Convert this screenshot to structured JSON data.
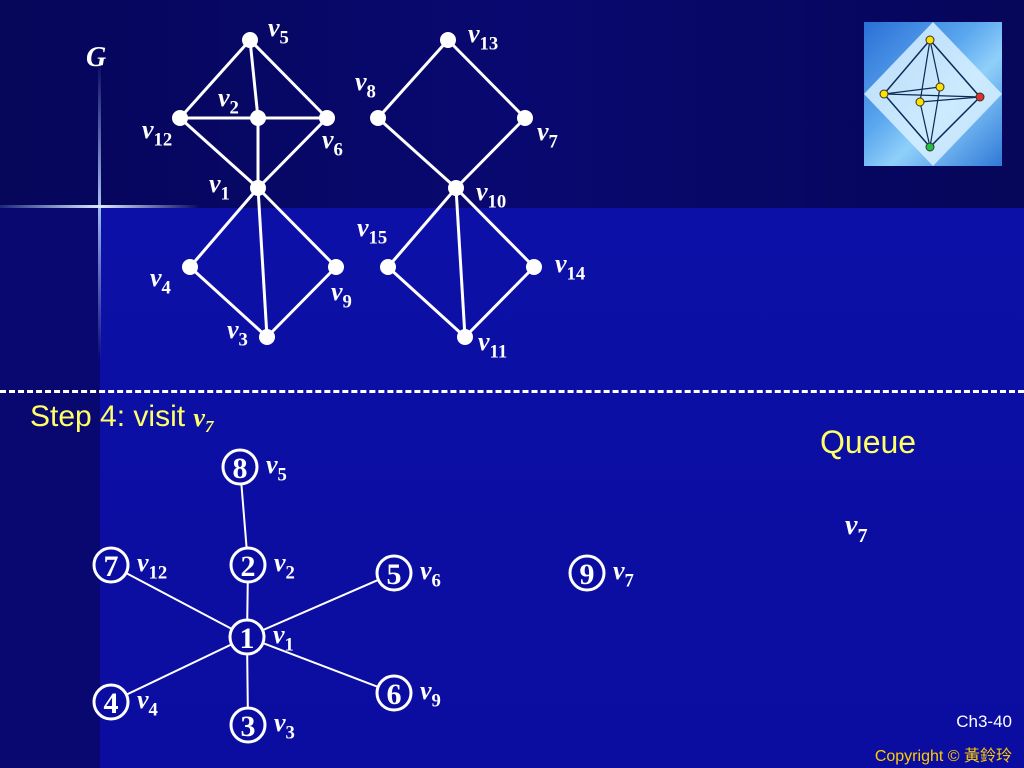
{
  "graph_label": "G",
  "top_graph": {
    "nodes": [
      {
        "id": "v5",
        "name": "v",
        "sub": "5"
      },
      {
        "id": "v12",
        "name": "v",
        "sub": "12"
      },
      {
        "id": "v2",
        "name": "v",
        "sub": "2"
      },
      {
        "id": "v6",
        "name": "v",
        "sub": "6"
      },
      {
        "id": "v1",
        "name": "v",
        "sub": "1"
      },
      {
        "id": "v4",
        "name": "v",
        "sub": "4"
      },
      {
        "id": "v9",
        "name": "v",
        "sub": "9"
      },
      {
        "id": "v3",
        "name": "v",
        "sub": "3"
      },
      {
        "id": "v13",
        "name": "v",
        "sub": "13"
      },
      {
        "id": "v8",
        "name": "v",
        "sub": "8"
      },
      {
        "id": "v7",
        "name": "v",
        "sub": "7"
      },
      {
        "id": "v10",
        "name": "v",
        "sub": "10"
      },
      {
        "id": "v15",
        "name": "v",
        "sub": "15"
      },
      {
        "id": "v14",
        "name": "v",
        "sub": "14"
      },
      {
        "id": "v11",
        "name": "v",
        "sub": "11"
      }
    ],
    "edges": [
      [
        "v5",
        "v12"
      ],
      [
        "v5",
        "v6"
      ],
      [
        "v5",
        "v2"
      ],
      [
        "v12",
        "v2"
      ],
      [
        "v2",
        "v6"
      ],
      [
        "v12",
        "v1"
      ],
      [
        "v6",
        "v1"
      ],
      [
        "v2",
        "v1"
      ],
      [
        "v1",
        "v4"
      ],
      [
        "v1",
        "v9"
      ],
      [
        "v1",
        "v3"
      ],
      [
        "v4",
        "v3"
      ],
      [
        "v9",
        "v3"
      ],
      [
        "v13",
        "v8"
      ],
      [
        "v13",
        "v7"
      ],
      [
        "v8",
        "v10"
      ],
      [
        "v7",
        "v10"
      ],
      [
        "v10",
        "v15"
      ],
      [
        "v10",
        "v14"
      ],
      [
        "v10",
        "v11"
      ],
      [
        "v15",
        "v11"
      ],
      [
        "v14",
        "v11"
      ]
    ]
  },
  "step": {
    "prefix": "Step 4: visit ",
    "vertex": "v",
    "vertex_sub": "7"
  },
  "bfs_tree": {
    "nodes": [
      {
        "id": "v1",
        "order": "1",
        "name": "v",
        "sub": "1"
      },
      {
        "id": "v2",
        "order": "2",
        "name": "v",
        "sub": "2"
      },
      {
        "id": "v3",
        "order": "3",
        "name": "v",
        "sub": "3"
      },
      {
        "id": "v4",
        "order": "4",
        "name": "v",
        "sub": "4"
      },
      {
        "id": "v6",
        "order": "5",
        "name": "v",
        "sub": "6"
      },
      {
        "id": "v9",
        "order": "6",
        "name": "v",
        "sub": "9"
      },
      {
        "id": "v12",
        "order": "7",
        "name": "v",
        "sub": "12"
      },
      {
        "id": "v5",
        "order": "8",
        "name": "v",
        "sub": "5"
      },
      {
        "id": "v7",
        "order": "9",
        "name": "v",
        "sub": "7"
      }
    ],
    "edges": [
      [
        "v1",
        "v2"
      ],
      [
        "v1",
        "v3"
      ],
      [
        "v1",
        "v4"
      ],
      [
        "v1",
        "v6"
      ],
      [
        "v1",
        "v9"
      ],
      [
        "v1",
        "v12"
      ],
      [
        "v2",
        "v5"
      ]
    ]
  },
  "queue": {
    "title": "Queue",
    "items": [
      {
        "name": "v",
        "sub": "7"
      }
    ]
  },
  "footer": {
    "slide_number": "Ch3-40",
    "copyright": "Copyright © 黃鈴玲"
  },
  "colors": {
    "accent_text": "#ffff66",
    "copyright": "#ffcc00",
    "node": "#ffffff"
  }
}
